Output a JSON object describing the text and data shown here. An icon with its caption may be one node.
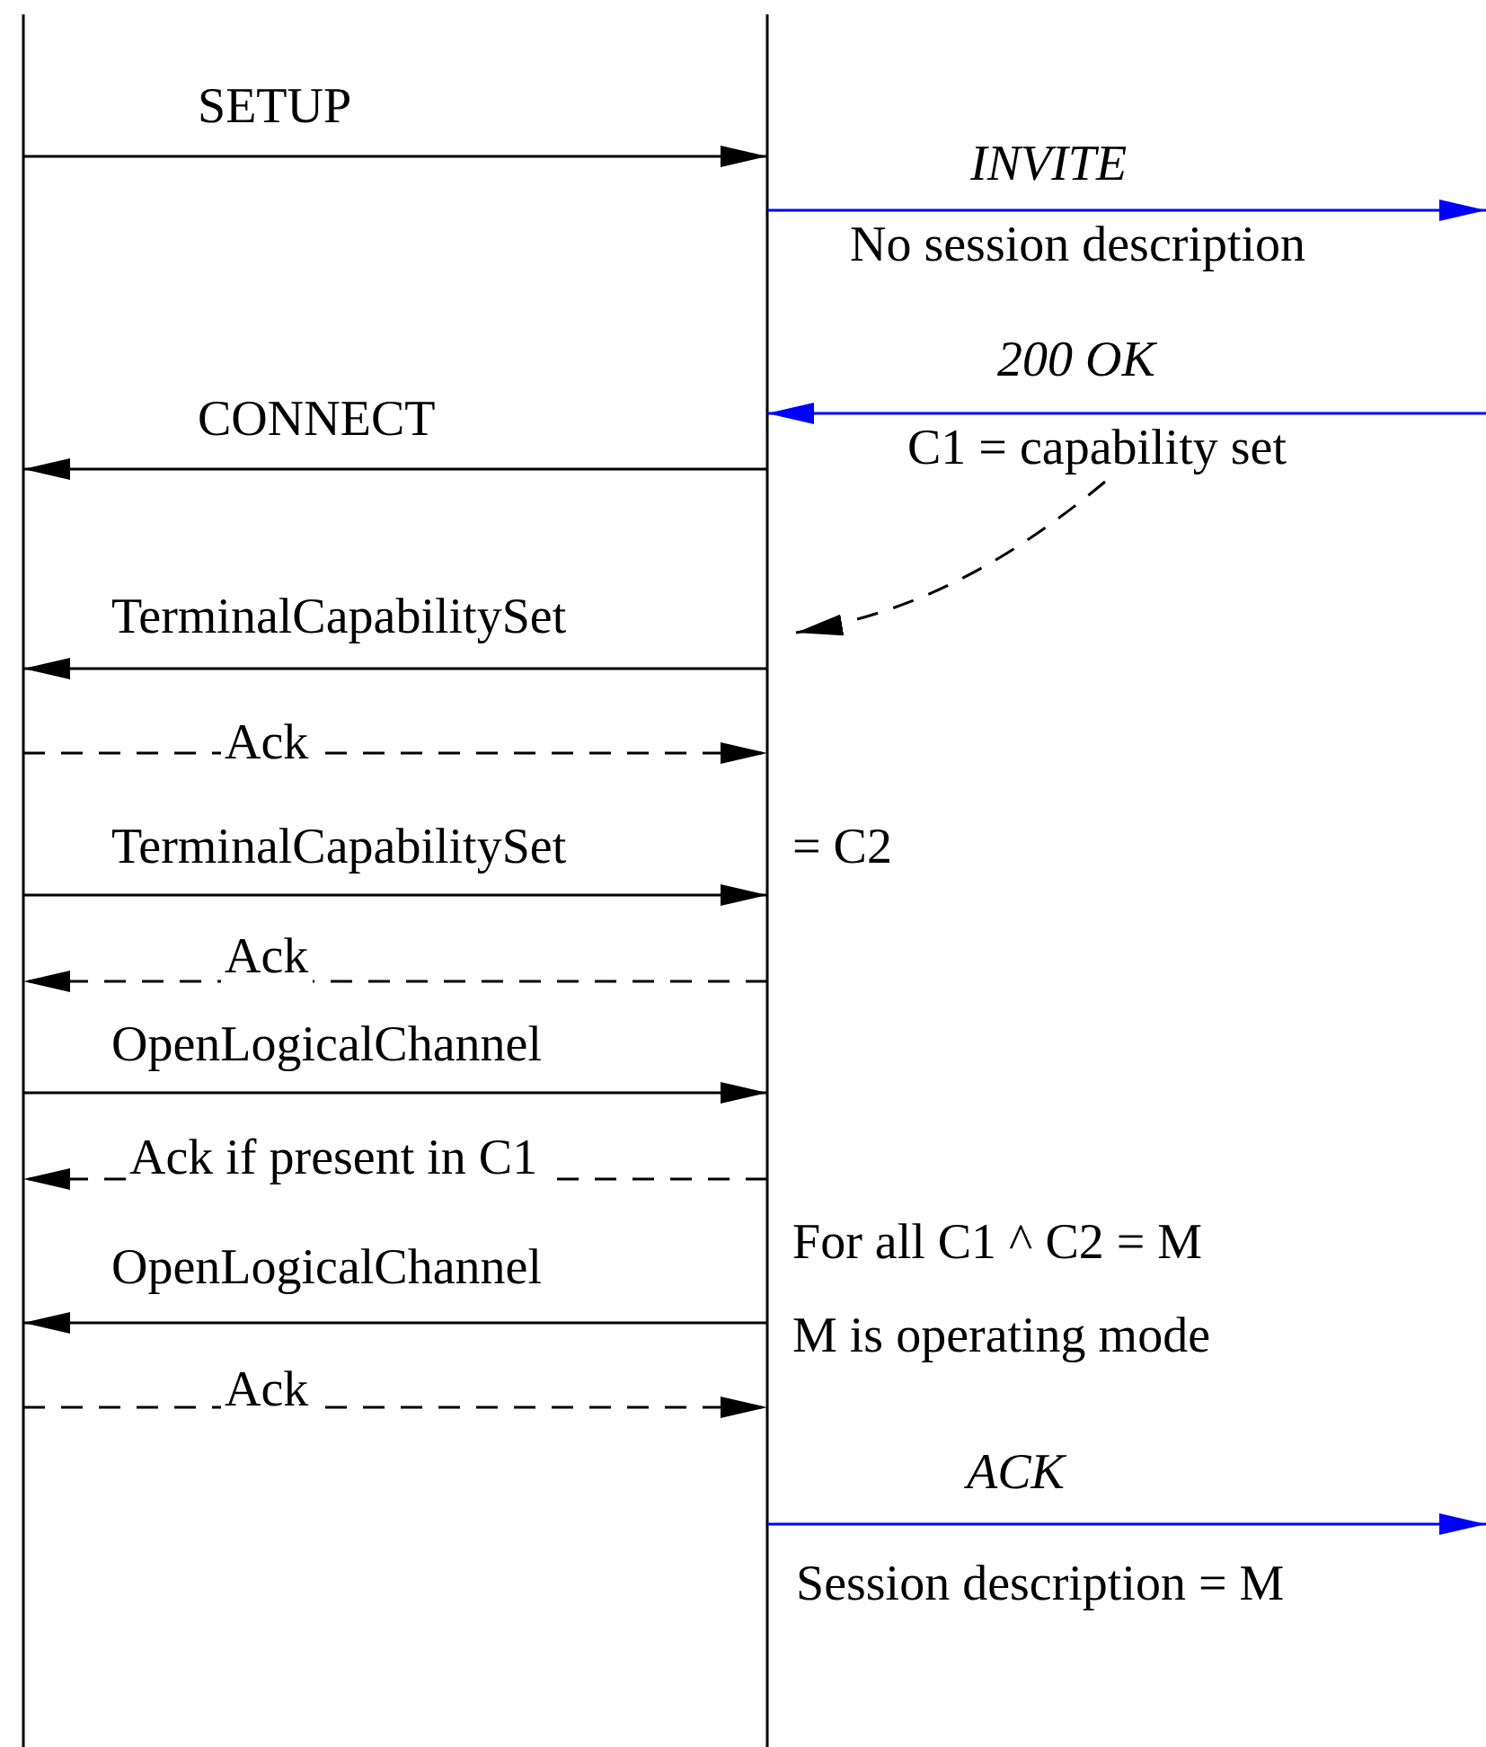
{
  "diagram": {
    "nodes": [
      {
        "text": [],
        "shape": "line"
      },
      {
        "text": [],
        "shape": "line"
      },
      {
        "text": [
          "C1 = capability set"
        ]
      }
    ],
    "edges": [
      {
        "from": 0,
        "to": 1,
        "arrow": "to",
        "label": "SETUP"
      },
      {
        "from": 1,
        "to": null,
        "arrow": "to",
        "label": "INVITE",
        "color": "#0000ff"
      },
      {
        "from": null,
        "to": 1,
        "arrow": "to",
        "label": "200 OK",
        "color": "#0000ff"
      },
      {
        "from": 1,
        "to": 0,
        "arrow": "to",
        "label": "CONNECT"
      },
      {
        "from": 2,
        "to": 1,
        "arrow": "to",
        "style": "dashed"
      },
      {
        "from": 1,
        "to": 0,
        "arrow": "to",
        "label": "TerminalCapabilitySet"
      },
      {
        "from": 0,
        "to": 1,
        "arrow": "to",
        "label": "Ack",
        "style": "dashed"
      },
      {
        "from": 0,
        "to": 1,
        "arrow": "to",
        "label": "TerminalCapabilitySet"
      },
      {
        "from": 1,
        "to": 0,
        "arrow": "to",
        "label": "Ack",
        "style": "dashed"
      },
      {
        "from": 0,
        "to": 1,
        "arrow": "to",
        "label": "OpenLogicalChannel"
      },
      {
        "from": 1,
        "to": 0,
        "arrow": "to",
        "label": "Ack if present in C1",
        "style": "dashed"
      },
      {
        "from": 1,
        "to": 0,
        "arrow": "to",
        "label": "OpenLogicalChannel"
      },
      {
        "from": 0,
        "to": 1,
        "arrow": "to",
        "label": "Ack",
        "style": "dashed"
      },
      {
        "from": 1,
        "to": null,
        "arrow": "to",
        "label": "ACK",
        "color": "#0000ff"
      }
    ],
    "labels": [
      "No session description",
      "= C2",
      "For all C1 ^ C2 = M",
      "M is operating mode",
      "Session description = M"
    ]
  }
}
